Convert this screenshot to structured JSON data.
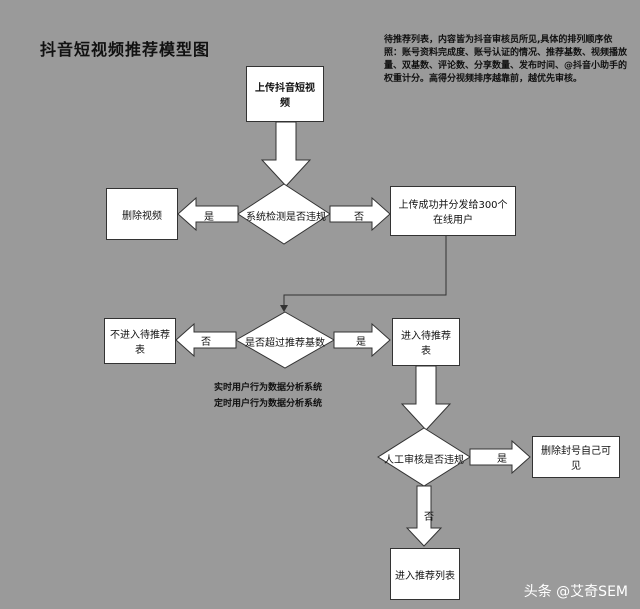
{
  "title": "抖音短视频推荐模型图",
  "note": "待推荐列表，内容皆为抖音审核员所见,具体的排列顺序依照：账号资料完成度、账号认证的情况、推荐基数、视频播放量、双基数、评论数、分享数量、发布时间、@抖音小助手的权重计分。高得分视频排序越靠前，越优先审核。",
  "nodes": {
    "upload": "上传抖音短视频",
    "check1": "系统检测是否违规",
    "delete": "删除视频",
    "distribute": "上传成功并分发给300个在线用户",
    "check2": "是否超过推荐基数",
    "not_in_list": "不进入待推荐表",
    "in_list": "进入待推荐表",
    "check3": "人工审核是否违规",
    "ban": "删除封号自己可见",
    "recommend": "进入推荐列表"
  },
  "labels": {
    "yes1": "是",
    "no1": "否",
    "no2": "否",
    "yes2": "是",
    "yes3": "是",
    "no3": "否"
  },
  "systems": {
    "realtime": "实时用户行为数据分析系统",
    "scheduled": "定时用户行为数据分析系统"
  },
  "watermark": "头条 @艾奇SEM"
}
